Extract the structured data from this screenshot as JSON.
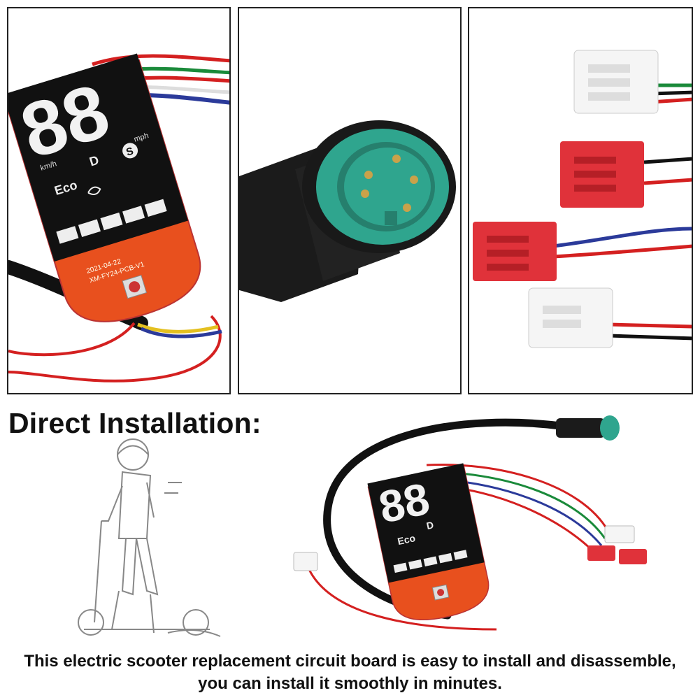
{
  "heading": "Direct Installation:",
  "caption": {
    "line1": "This electric scooter replacement circuit board is easy to install and disassemble,",
    "line2": "you can install it smoothly in minutes."
  },
  "board": {
    "speed_digits": "88",
    "unit_kmh": "km/h",
    "unit_mph": "mph",
    "mode_eco": "Eco",
    "mode_d": "D",
    "mode_s": "S",
    "pcb_text_date": "2021-04-22",
    "pcb_text_model": "XM-FY24-PCB-V1"
  },
  "colors": {
    "pcb_orange": "#e8501e",
    "connector_teal": "#2fa58e",
    "connector_red": "#e0323a",
    "wire_red": "#d42020",
    "wire_blue": "#2b3a9a"
  }
}
